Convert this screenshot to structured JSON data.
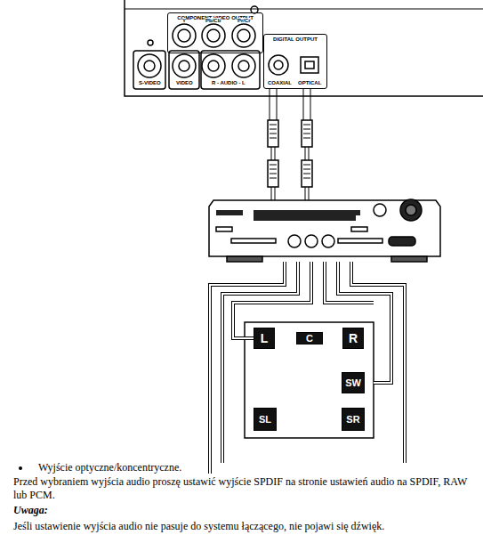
{
  "diagram": {
    "nodes": [
      {
        "text": [
          "COMPONENT VIDEO OUTPUT"
        ]
      },
      {
        "text": [
          "DIGITAL OUTPUT"
        ]
      },
      {
        "text": [
          "L"
        ]
      },
      {
        "text": [
          "C"
        ]
      },
      {
        "text": [
          "R"
        ]
      },
      {
        "text": [
          "SW"
        ]
      },
      {
        "text": [
          "SL"
        ]
      },
      {
        "text": [
          "SR"
        ]
      }
    ],
    "labels": [
      "Y",
      "Pb/Cb",
      "Pr/Cr",
      "S-VIDEO",
      "VIDEO",
      "R - AUDIO - L",
      "COAXIAL",
      "OPTICAL",
      "Wyjście optyczne/koncentryczne.",
      "Przed wybraniem wyjścia audio proszę ustawić wyjście SPDIF na stronie ustawień audio na SPDIF, RAW lub PCM.",
      "Uwaga:",
      "Jeśli ustawienie wyjścia audio nie pasuje do systemu łączącego, nie pojawi się dźwięk."
    ]
  }
}
